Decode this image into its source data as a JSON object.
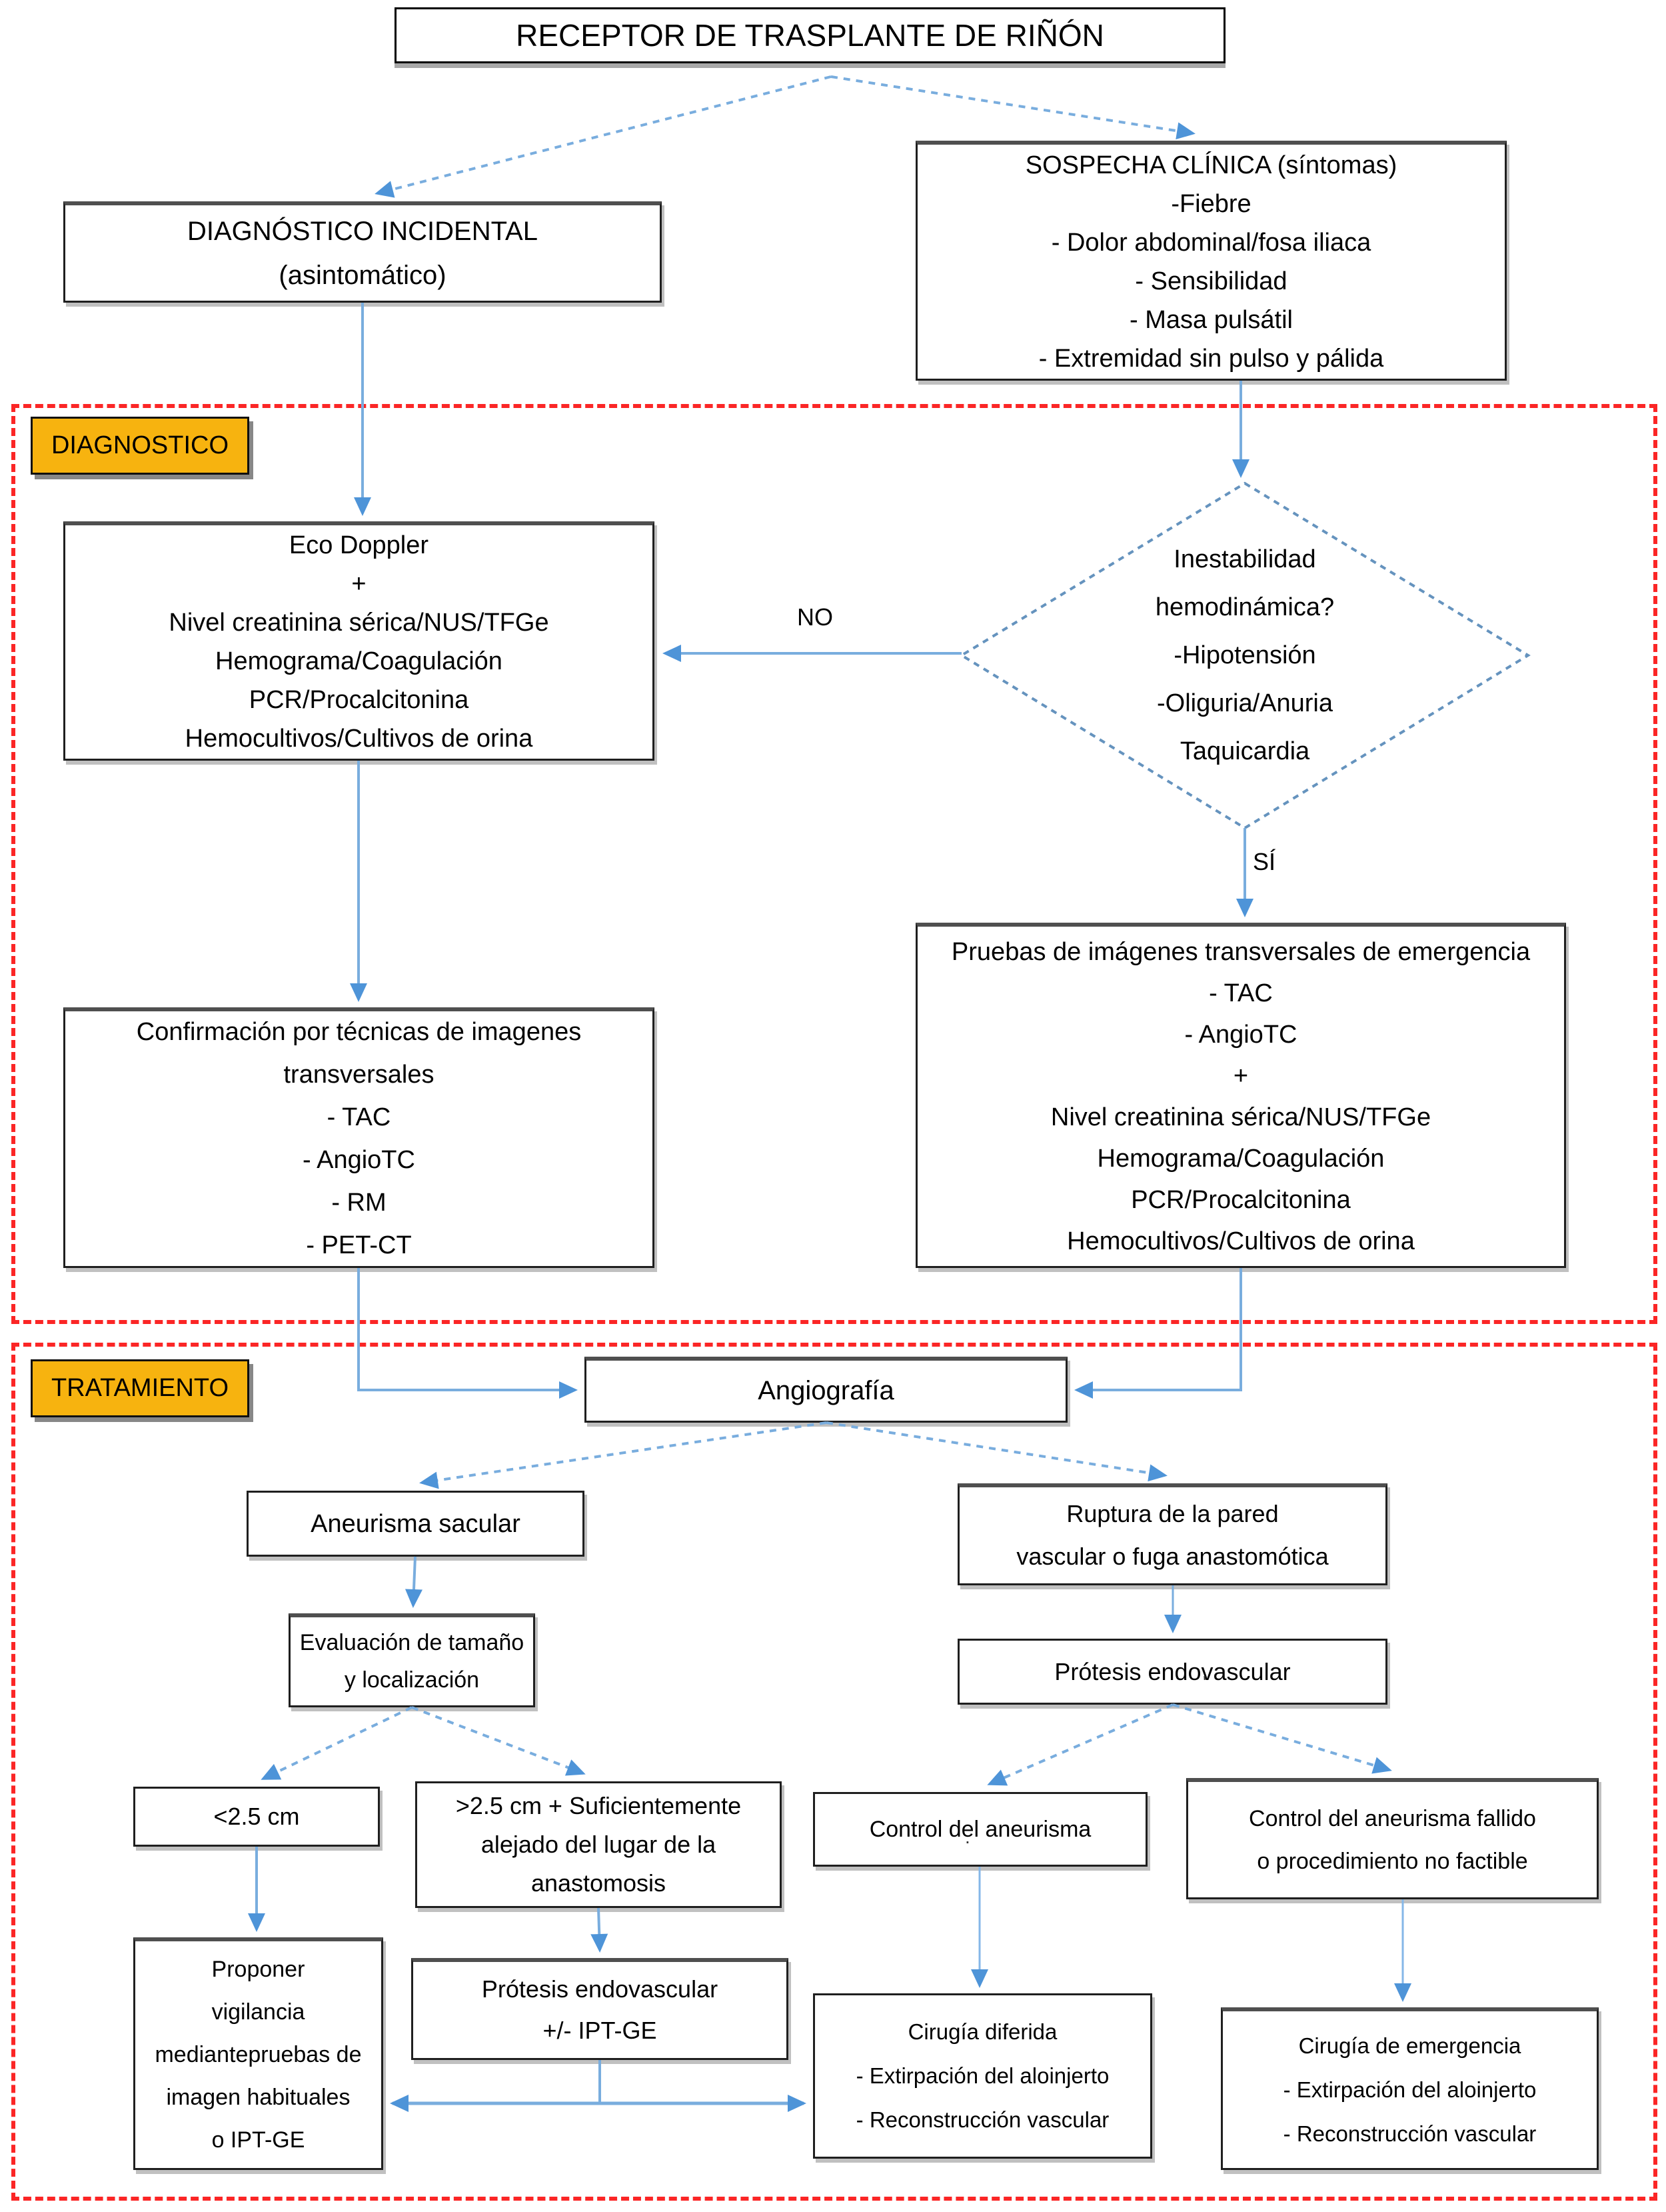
{
  "title": "RECEPTOR DE TRASPLANTE DE RIÑÓN",
  "sections": {
    "diagnostico": "DIAGNOSTICO",
    "tratamiento": "TRATAMIENTO"
  },
  "edges": {
    "no": "NO",
    "si": "SÍ"
  },
  "nodes": {
    "incidental": {
      "text": "DIAGNÓSTICO INCIDENTAL\n(asintomático)"
    },
    "sospecha": {
      "text": "SOSPECHA CLÍNICA (síntomas)\n-Fiebre\n- Dolor abdominal/fosa iliaca\n- Sensibilidad\n- Masa pulsátil\n- Extremidad sin pulso y pálida"
    },
    "eco": {
      "text": "Eco Doppler\n+\nNivel creatinina sérica/NUS/TFGe\nHemograma/Coagulación\nPCR/Procalcitonina\nHemocultivos/Cultivos de orina"
    },
    "inestabilidad": {
      "text": "Inestabilidad\nhemodinámica?\n-Hipotensión\n-Oliguria/Anuria\nTaquicardia"
    },
    "pruebas": {
      "text": "Pruebas de imágenes transversales de emergencia\n- TAC\n- AngioTC\n+\nNivel creatinina sérica/NUS/TFGe\nHemograma/Coagulación\nPCR/Procalcitonina\nHemocultivos/Cultivos de orina"
    },
    "confirmacion": {
      "text": "Confirmación por técnicas de imagenes\ntransversales\n- TAC\n- AngioTC\n- RM\n- PET-CT"
    },
    "angiografia": {
      "text": "Angiografía"
    },
    "aneurisma": {
      "text": "Aneurisma sacular"
    },
    "ruptura": {
      "text": "Ruptura de la pared\nvascular o fuga anastomótica"
    },
    "evaluacion": {
      "text": "Evaluación de tamaño\ny localización"
    },
    "protesis_ruptura": {
      "text": "Prótesis endovascular"
    },
    "menor25": {
      "text": "<2.5 cm"
    },
    "mayor25": {
      "text": ">2.5 cm + Suficientemente\nalejado del lugar de la\nanastomosis"
    },
    "control": {
      "text": "Control del aneurisma"
    },
    "control_fallido": {
      "text": "Control del aneurisma fallido\no procedimiento no factible"
    },
    "proponer": {
      "text": "Proponer\nvigilancia\nmediantepruebas de\nimagen habituales\no IPT-GE"
    },
    "protesis_iptge": {
      "text": "Prótesis endovascular\n+/- IPT-GE"
    },
    "cirugia_diferida": {
      "text": "Cirugía diferida\n- Extirpación del aloinjerto\n- Reconstrucción vascular"
    },
    "cirugia_emergencia": {
      "text": "Cirugía de emergencia\n- Extirpación del aloinjerto\n- Reconstrucción vascular"
    }
  },
  "artifacts": {
    "protesis_mark": "'",
    "control_mark": "."
  },
  "colors": {
    "region_border": "#FB2626",
    "section_label_bg": "#F7B30F",
    "arrow_line": "#79ADDE",
    "arrow_head": "#4E94D8",
    "diamond_border": "#6593BE",
    "box_border": "#1F1F1F"
  }
}
